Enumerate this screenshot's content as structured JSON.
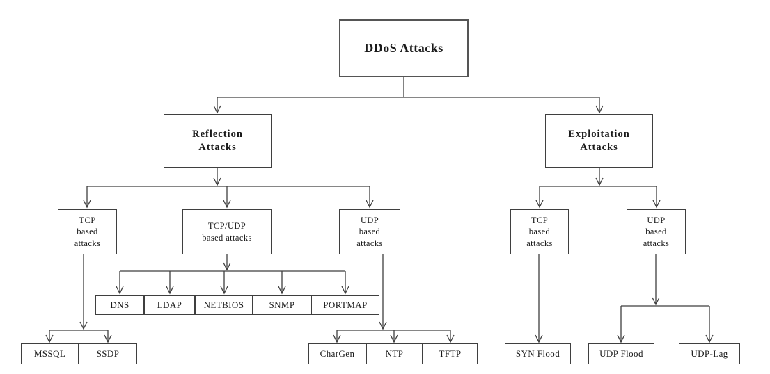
{
  "diagram": {
    "type": "tree",
    "nodes": {
      "ddos": {
        "label": "DDoS Attacks"
      },
      "reflection": {
        "label": "Reflection\nAttacks"
      },
      "exploitation": {
        "label": "Exploitation\nAttacks"
      },
      "refl_tcp": {
        "label": "TCP\nbased\nattacks"
      },
      "refl_tcpudp": {
        "label": "TCP/UDP\nbased attacks"
      },
      "refl_udp": {
        "label": "UDP\nbased\nattacks"
      },
      "expl_tcp": {
        "label": "TCP\nbased\nattacks"
      },
      "expl_udp": {
        "label": "UDP\nbased\nattacks"
      },
      "dns": {
        "label": "DNS"
      },
      "ldap": {
        "label": "LDAP"
      },
      "netbios": {
        "label": "NETBIOS"
      },
      "snmp": {
        "label": "SNMP"
      },
      "portmap": {
        "label": "PORTMAP"
      },
      "mssql": {
        "label": "MSSQL"
      },
      "ssdp": {
        "label": "SSDP"
      },
      "chargen": {
        "label": "CharGen"
      },
      "ntp": {
        "label": "NTP"
      },
      "tftp": {
        "label": "TFTP"
      },
      "syn_flood": {
        "label": "SYN Flood"
      },
      "udp_flood": {
        "label": "UDP Flood"
      },
      "udp_lag": {
        "label": "UDP-Lag"
      }
    },
    "hierarchy": {
      "DDoS Attacks": {
        "Reflection Attacks": {
          "TCP based attacks": [
            "MSSQL",
            "SSDP"
          ],
          "TCP/UDP based attacks": [
            "DNS",
            "LDAP",
            "NETBIOS",
            "SNMP",
            "PORTMAP"
          ],
          "UDP based attacks": [
            "CharGen",
            "NTP",
            "TFTP"
          ]
        },
        "Exploitation Attacks": {
          "TCP based attacks": [
            "SYN Flood"
          ],
          "UDP based attacks": [
            "UDP Flood",
            "UDP-Lag"
          ]
        }
      }
    },
    "colors": {
      "background": "#ffffff",
      "line": "#3f3f3f",
      "box_border": "#3f3f3f",
      "text": "#1a1a1a"
    }
  }
}
